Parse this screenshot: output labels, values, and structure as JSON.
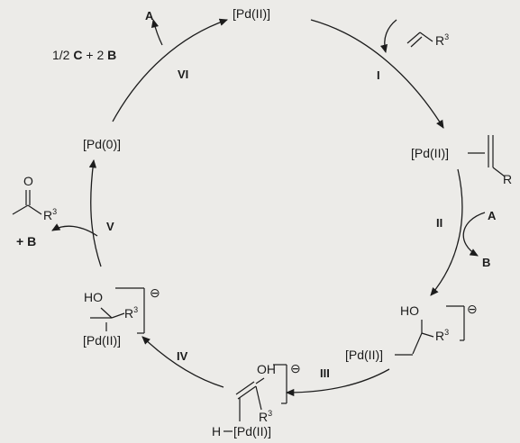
{
  "species": {
    "pd2_top": "[Pd(II)]",
    "pd0": "[Pd(0)]",
    "pd2_alkene_complex": "[Pd(II)]",
    "pd2_hydroxy_alkyl": "[Pd(II)]",
    "h_pd2": "H",
    "pd2_enol_complex": "[Pd(II)]",
    "pd2_betahydride": "[Pd(II)]"
  },
  "substituent": {
    "r": "R",
    "sup": "3"
  },
  "hydroxy": "OH",
  "hydroxy_alt": "HO",
  "oxygen": "O",
  "charge_symbol": "⊖",
  "reagents": {
    "A": "A",
    "B": "B",
    "top_left_eq_a": "1/2 ",
    "top_left_eq_c": "C",
    "top_left_eq_b": " + 2 ",
    "top_left_eq_bb": "B",
    "ketone_b_plus": "+ ",
    "ketone_b": "B"
  },
  "steps": [
    "I",
    "II",
    "III",
    "IV",
    "V",
    "VI"
  ],
  "colors": {
    "ink": "#1c1c1c",
    "paper": "#ecebe8"
  }
}
